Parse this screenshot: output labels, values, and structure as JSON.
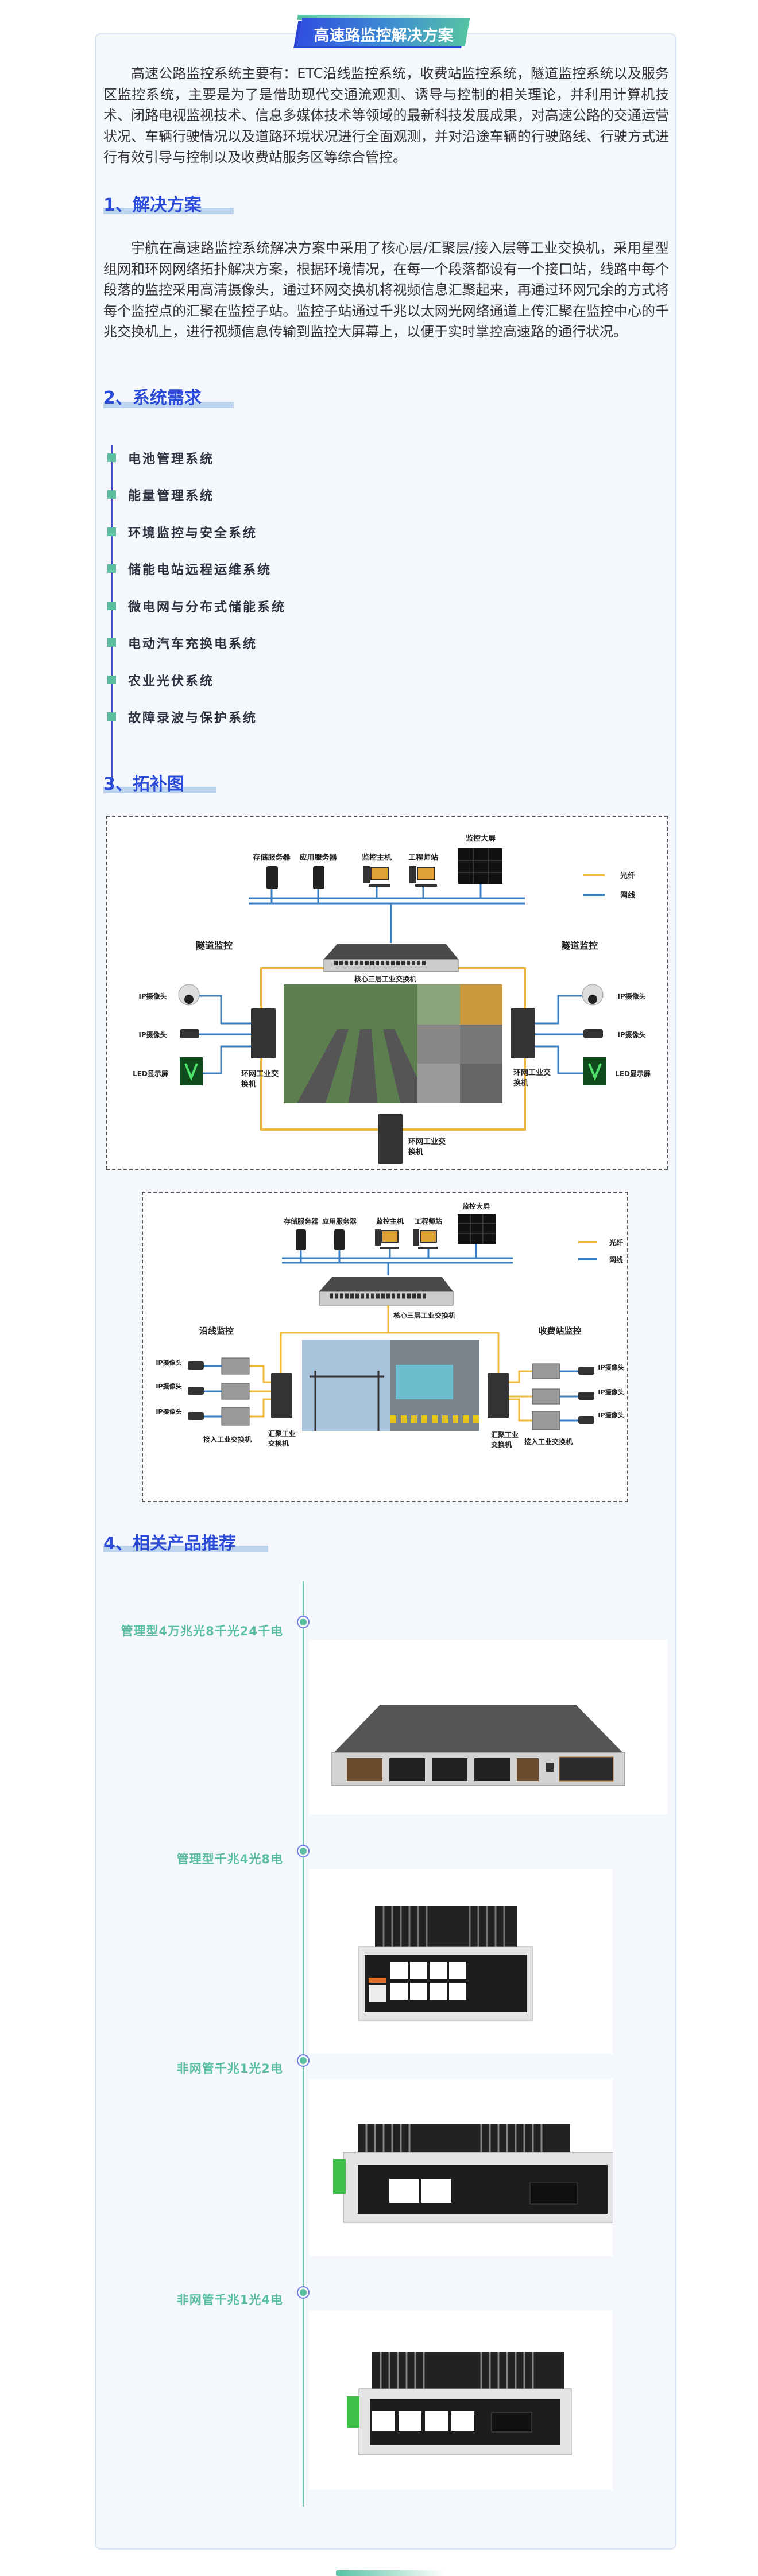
{
  "title": "高速路监控解决方案",
  "intro": "高速公路监控系统主要有：ETC沿线监控系统，收费站监控系统，隧道监控系统以及服务区监控系统，主要是为了是借助现代交通流观测、诱导与控制的相关理论，并利用计算机技术、闭路电视监视技术、信息多媒体技术等领域的最新科技发展成果，对高速公路的交通运营状况、车辆行驶情况以及道路环境状况进行全面观测，并对沿途车辆的行驶路线、行驶方式进行有效引导与控制以及收费站服务区等综合管控。",
  "sections": {
    "solution": {
      "heading": "1、解决方案",
      "body": "宇航在高速路监控系统解决方案中采用了核心层/汇聚层/接入层等工业交换机，采用星型组网和环网网络拓扑解决方案，根据环境情况，在每一个段落都设有一个接口站，线路中每个段落的监控采用高清摄像头，通过环网交换机将视频信息汇聚起来，再通过环网冗余的方式将每个监控点的汇聚在监控子站。监控子站通过千兆以太网光网络通道上传汇聚在监控中心的千兆交换机上，进行视频信息传输到监控大屏幕上，以便于实时掌控高速路的通行状况。"
    },
    "requirements": {
      "heading": "2、系统需求",
      "items": [
        "电池管理系统",
        "能量管理系统",
        "环境监控与安全系统",
        "储能电站远程运维系统",
        "微电网与分布式储能系统",
        "电动汽车充换电系统",
        "农业光伏系统",
        "故障录波与保护系统"
      ]
    },
    "topology": {
      "heading": "3、拓补图",
      "diagram1": {
        "storage_server": "存储服务器",
        "app_server": "应用服务器",
        "monitor_host": "监控主机",
        "engineer_station": "工程师站",
        "video_wall": "监控大屏",
        "legend_fiber": "光纤",
        "legend_cable": "网线",
        "left_zone": "隧道监控",
        "right_zone": "隧道监控",
        "core_switch": "核心三层工业交换机",
        "ip_camera": "IP摄像头",
        "led_screen": "LED显示屏",
        "ring_switch_a": "环网工业交",
        "ring_switch_b": "换机"
      },
      "diagram2": {
        "storage_server": "存储服务器",
        "app_server": "应用服务器",
        "monitor_host": "监控主机",
        "engineer_station": "工程师站",
        "video_wall": "监控大屏",
        "legend_fiber": "光纤",
        "legend_cable": "网线",
        "core_switch": "核心三层工业交换机",
        "left_zone": "沿线监控",
        "right_zone": "收费站监控",
        "ip_camera": "IP摄像头",
        "agg_switch_a": "汇聚工业",
        "agg_switch_b": "交换机",
        "access_switch": "接入工业交换机"
      }
    },
    "products": {
      "heading": "4、相关产品推荐",
      "items": [
        {
          "name": "管理型4万兆光8千光24千电"
        },
        {
          "name": "管理型千兆4光8电"
        },
        {
          "name": "非网管千兆1光2电"
        },
        {
          "name": "非网管千兆1光4电"
        }
      ]
    }
  },
  "colors": {
    "accent_blue": "#2b4bd8",
    "accent_teal": "#5bbf9f",
    "fiber": "#f0b93a",
    "cable": "#3a7fc4"
  }
}
